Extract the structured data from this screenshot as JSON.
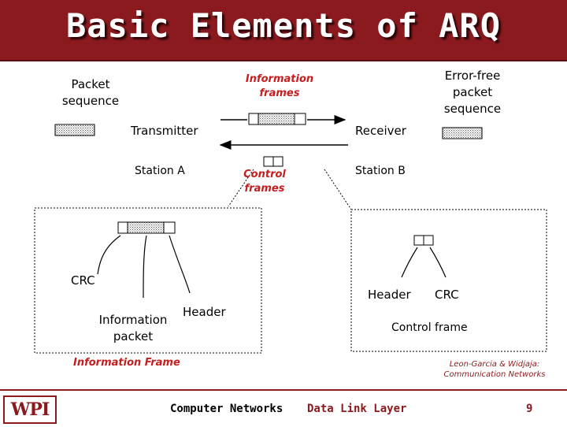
{
  "title": "Basic Elements of ARQ",
  "labels": {
    "packet_sequence": [
      "Packet",
      "sequence"
    ],
    "information_frames": [
      "Information",
      "frames"
    ],
    "error_free": [
      "Error-free",
      "packet",
      "sequence"
    ],
    "transmitter": "Transmitter",
    "receiver": "Receiver",
    "station_a": "Station A",
    "station_b": "Station B",
    "control_frames": [
      "Control",
      "frames"
    ],
    "crc_left": "CRC",
    "information_packet": [
      "Information",
      "packet"
    ],
    "header_left": "Header",
    "header_right": "Header",
    "crc_right": "CRC",
    "control_frame": "Control frame",
    "information_frame": "Information Frame",
    "citation": [
      "Leon-Garcia & Widjaja:",
      "Communication Networks"
    ]
  },
  "footer": {
    "logo": "WPI",
    "course": "Computer Networks",
    "topic": "Data Link Layer",
    "page": "9"
  },
  "colors": {
    "title_bar": "#8b1a1f",
    "accent_red": "#c41e1e"
  }
}
